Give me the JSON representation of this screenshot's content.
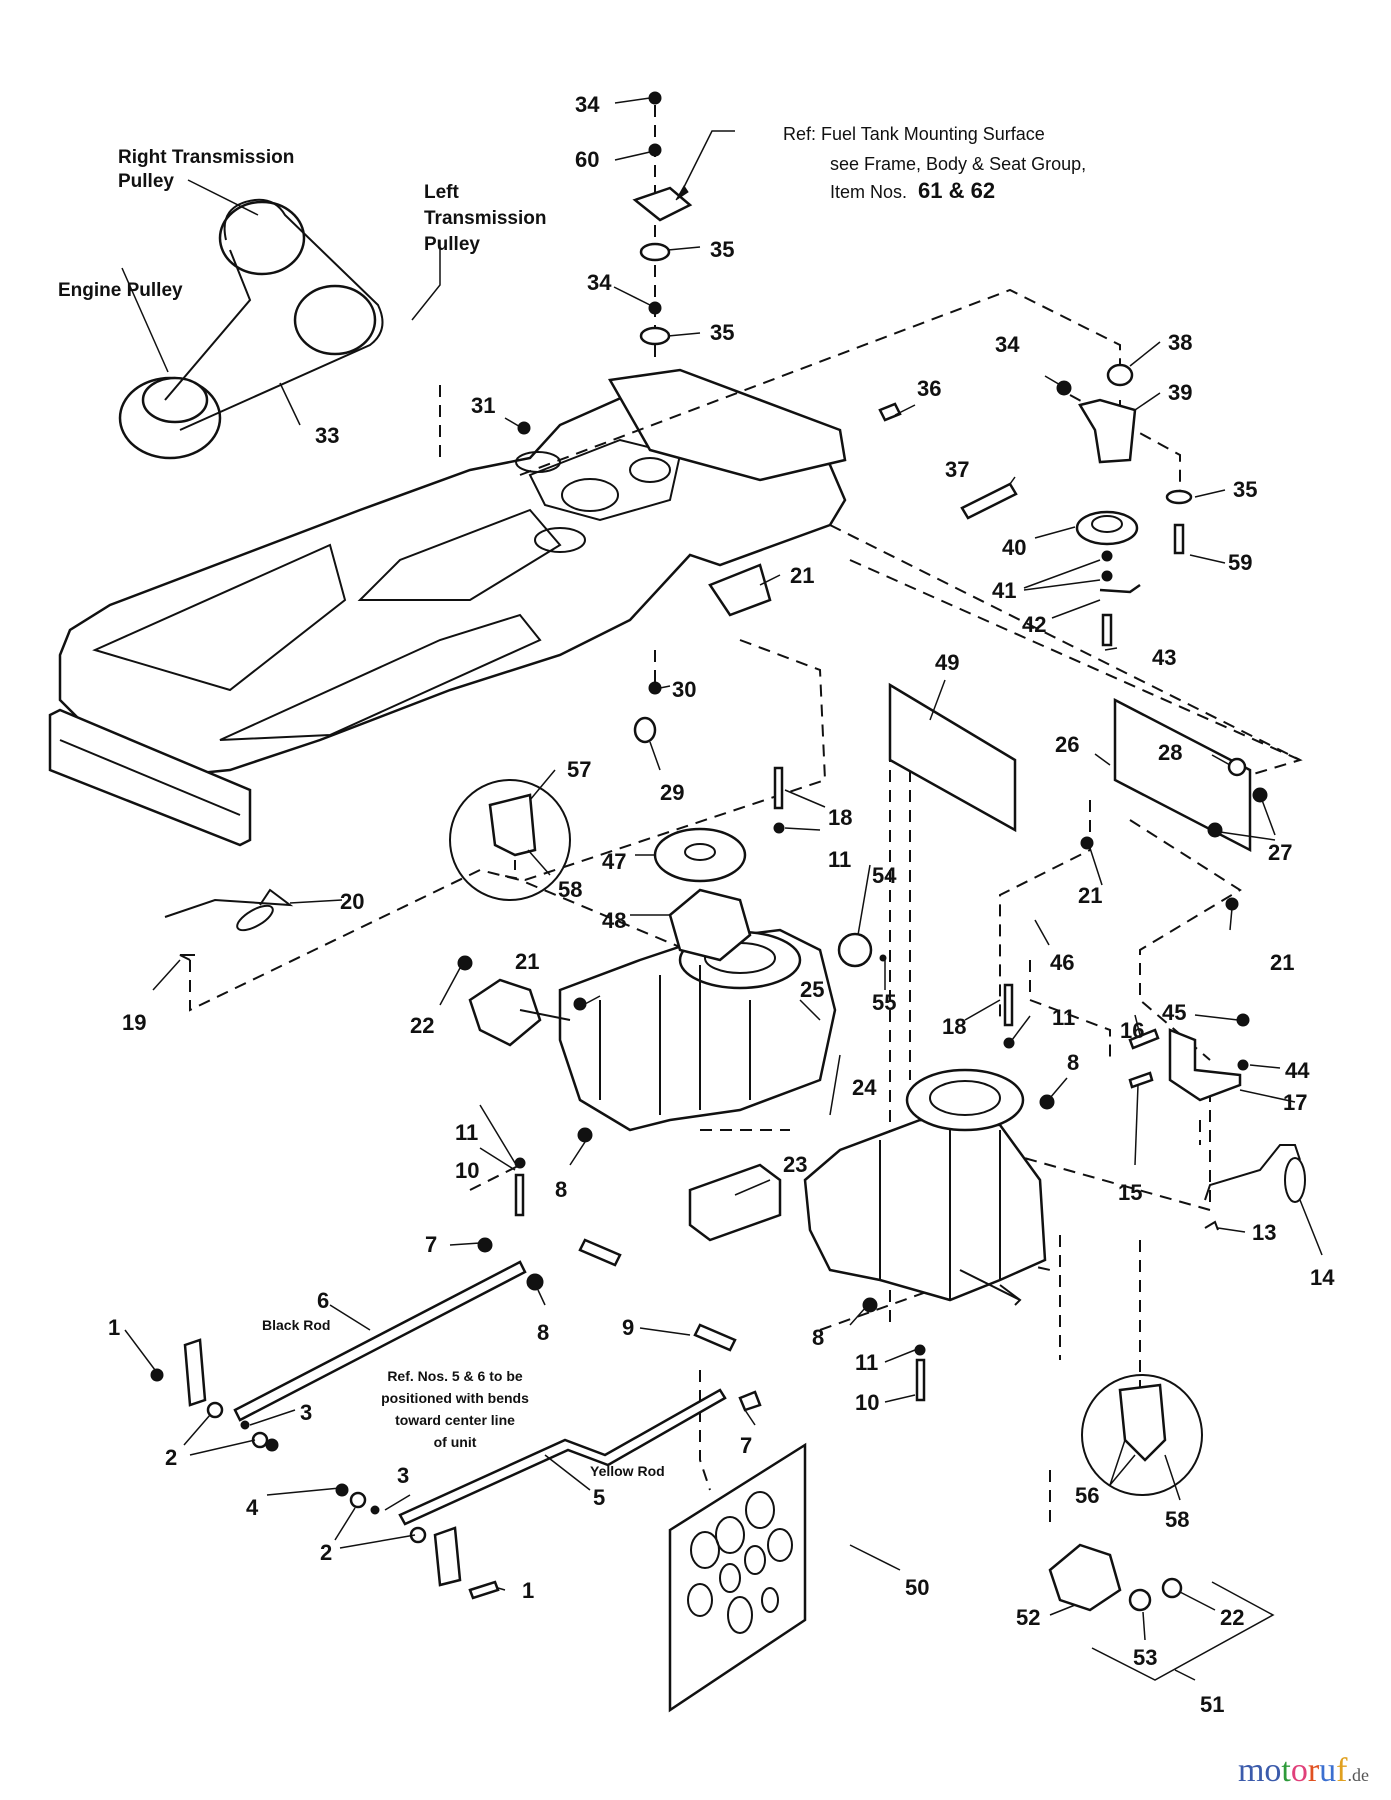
{
  "diagram": {
    "title_labels": {
      "right_transmission_pulley": [
        "Right Transmission",
        "Pulley"
      ],
      "left_transmission_pulley": [
        "Left",
        "Transmission",
        "Pulley"
      ],
      "engine_pulley": "Engine Pulley"
    },
    "reference_note_fuel_tank": {
      "line1": "Ref:  Fuel Tank Mounting Surface",
      "line2": "see Frame, Body & Seat Group,",
      "line3_prefix": "Item Nos.",
      "line3_items": "61  &  62"
    },
    "reference_note_rods": [
      "Ref. Nos. 5 & 6 to be",
      "positioned with bends",
      "toward center line",
      "of unit"
    ],
    "rod_labels": {
      "black_rod": "Black Rod",
      "yellow_rod": "Yellow Rod"
    },
    "callouts": [
      {
        "id": "c34a",
        "text": "34"
      },
      {
        "id": "c60",
        "text": "60"
      },
      {
        "id": "c35a",
        "text": "35"
      },
      {
        "id": "c34b",
        "text": "34"
      },
      {
        "id": "c35b",
        "text": "35"
      },
      {
        "id": "c33",
        "text": "33"
      },
      {
        "id": "c31",
        "text": "31"
      },
      {
        "id": "c36",
        "text": "36"
      },
      {
        "id": "c37",
        "text": "37"
      },
      {
        "id": "c34c",
        "text": "34"
      },
      {
        "id": "c38",
        "text": "38"
      },
      {
        "id": "c39",
        "text": "39"
      },
      {
        "id": "c35c",
        "text": "35"
      },
      {
        "id": "c40",
        "text": "40"
      },
      {
        "id": "c59",
        "text": "59"
      },
      {
        "id": "c41",
        "text": "41"
      },
      {
        "id": "c42",
        "text": "42"
      },
      {
        "id": "c43",
        "text": "43"
      },
      {
        "id": "c21a",
        "text": "21"
      },
      {
        "id": "c49",
        "text": "49"
      },
      {
        "id": "c30",
        "text": "30"
      },
      {
        "id": "c29",
        "text": "29"
      },
      {
        "id": "c26",
        "text": "26"
      },
      {
        "id": "c28",
        "text": "28"
      },
      {
        "id": "c27",
        "text": "27"
      },
      {
        "id": "c57",
        "text": "57"
      },
      {
        "id": "c58a",
        "text": "58"
      },
      {
        "id": "c18a",
        "text": "18"
      },
      {
        "id": "c11a",
        "text": "11"
      },
      {
        "id": "c47",
        "text": "47"
      },
      {
        "id": "c54",
        "text": "54"
      },
      {
        "id": "c48",
        "text": "48"
      },
      {
        "id": "c21b",
        "text": "21"
      },
      {
        "id": "c21c",
        "text": "21"
      },
      {
        "id": "c20",
        "text": "20"
      },
      {
        "id": "c46",
        "text": "46"
      },
      {
        "id": "c21d",
        "text": "21"
      },
      {
        "id": "c55",
        "text": "55"
      },
      {
        "id": "c22a",
        "text": "22"
      },
      {
        "id": "c25",
        "text": "25"
      },
      {
        "id": "c19",
        "text": "19"
      },
      {
        "id": "c18b",
        "text": "18"
      },
      {
        "id": "c11b",
        "text": "11"
      },
      {
        "id": "c45",
        "text": "45"
      },
      {
        "id": "c16",
        "text": "16"
      },
      {
        "id": "c8a",
        "text": "8"
      },
      {
        "id": "c44",
        "text": "44"
      },
      {
        "id": "c24",
        "text": "24"
      },
      {
        "id": "c17",
        "text": "17"
      },
      {
        "id": "c11c",
        "text": "11"
      },
      {
        "id": "c10a",
        "text": "10"
      },
      {
        "id": "c8b",
        "text": "8"
      },
      {
        "id": "c23",
        "text": "23"
      },
      {
        "id": "c15",
        "text": "15"
      },
      {
        "id": "c13",
        "text": "13"
      },
      {
        "id": "c7a",
        "text": "7"
      },
      {
        "id": "c14",
        "text": "14"
      },
      {
        "id": "c6",
        "text": "6"
      },
      {
        "id": "c8c",
        "text": "8"
      },
      {
        "id": "c9",
        "text": "9"
      },
      {
        "id": "c8d",
        "text": "8"
      },
      {
        "id": "c1a",
        "text": "1"
      },
      {
        "id": "c11d",
        "text": "11"
      },
      {
        "id": "c3a",
        "text": "3"
      },
      {
        "id": "c10b",
        "text": "10"
      },
      {
        "id": "c7b",
        "text": "7"
      },
      {
        "id": "c2a",
        "text": "2"
      },
      {
        "id": "c3b",
        "text": "3"
      },
      {
        "id": "c5",
        "text": "5"
      },
      {
        "id": "c4",
        "text": "4"
      },
      {
        "id": "c56",
        "text": "56"
      },
      {
        "id": "c58b",
        "text": "58"
      },
      {
        "id": "c2b",
        "text": "2"
      },
      {
        "id": "c1b",
        "text": "1"
      },
      {
        "id": "c50",
        "text": "50"
      },
      {
        "id": "c52",
        "text": "52"
      },
      {
        "id": "c22b",
        "text": "22"
      },
      {
        "id": "c53",
        "text": "53"
      },
      {
        "id": "c51",
        "text": "51"
      }
    ]
  },
  "watermark": {
    "letters": [
      "m",
      "o",
      "t",
      "o",
      "r",
      "u",
      "f"
    ],
    "colors": [
      "#3b5bab",
      "#3b5bab",
      "#2e9a3a",
      "#e0407a",
      "#e05020",
      "#3b6fd0",
      "#e0a020"
    ],
    "tld": ".de"
  }
}
